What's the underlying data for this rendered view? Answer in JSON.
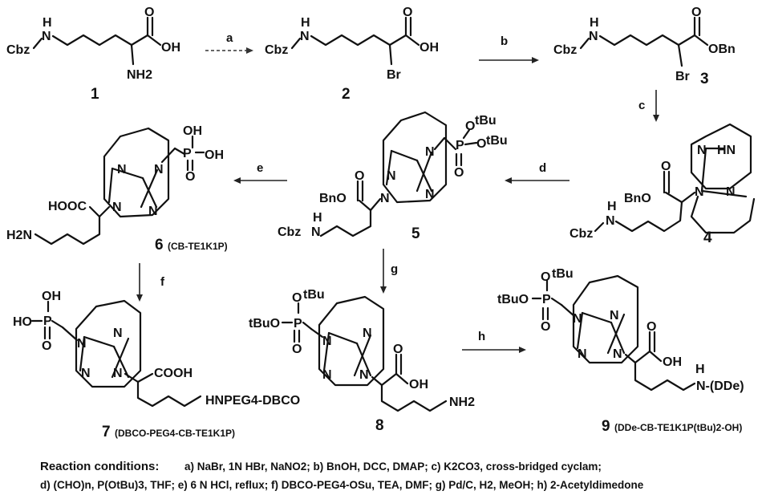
{
  "compounds": [
    {
      "id": "c1",
      "number": "1",
      "name": ""
    },
    {
      "id": "c2",
      "number": "2",
      "name": ""
    },
    {
      "id": "c3",
      "number": "3",
      "name": ""
    },
    {
      "id": "c4",
      "number": "4",
      "name": ""
    },
    {
      "id": "c5",
      "number": "5",
      "name": ""
    },
    {
      "id": "c6",
      "number": "6",
      "name": "(CB-TE1K1P)"
    },
    {
      "id": "c7",
      "number": "7",
      "name": "(DBCO-PEG4-CB-TE1K1P)"
    },
    {
      "id": "c8",
      "number": "8",
      "name": ""
    },
    {
      "id": "c9",
      "number": "9",
      "name": "(DDe-CB-TE1K1P(tBu)2-OH)"
    }
  ],
  "groups": {
    "cbz": "Cbz",
    "nh": "N",
    "h": "H",
    "oh": "OH",
    "nh2": "NH2",
    "br": "Br",
    "obn": "OBn",
    "bno": "BnO",
    "n": "N",
    "hn": "HN",
    "o": "O",
    "p": "P",
    "otbu": "O",
    "tbu": "tBu",
    "tbuo": "tBuO",
    "cooh": "COOH",
    "hooc": "HOOC",
    "h2n": "H2N",
    "ho": "HO",
    "peg": "HNPEG4-DBCO",
    "dde": "N-(DDe)"
  },
  "steps": [
    {
      "id": "a",
      "label": "a"
    },
    {
      "id": "b",
      "label": "b"
    },
    {
      "id": "c",
      "label": "c"
    },
    {
      "id": "d",
      "label": "d"
    },
    {
      "id": "e",
      "label": "e"
    },
    {
      "id": "f",
      "label": "f"
    },
    {
      "id": "g",
      "label": "g"
    },
    {
      "id": "h",
      "label": "h"
    }
  ],
  "conditions": {
    "title": "Reaction conditions:",
    "line1": "a) NaBr,  1N HBr, NaNO2; b) BnOH, DCC, DMAP; c) K2CO3, cross-bridged cyclam;",
    "line2": "d) (CHO)n, P(OtBu)3, THF;  e) 6 N HCl, reflux; f) DBCO-PEG4-OSu, TEA, DMF;  g) Pd/C, H2, MeOH;  h) 2-Acetyldimedone"
  }
}
